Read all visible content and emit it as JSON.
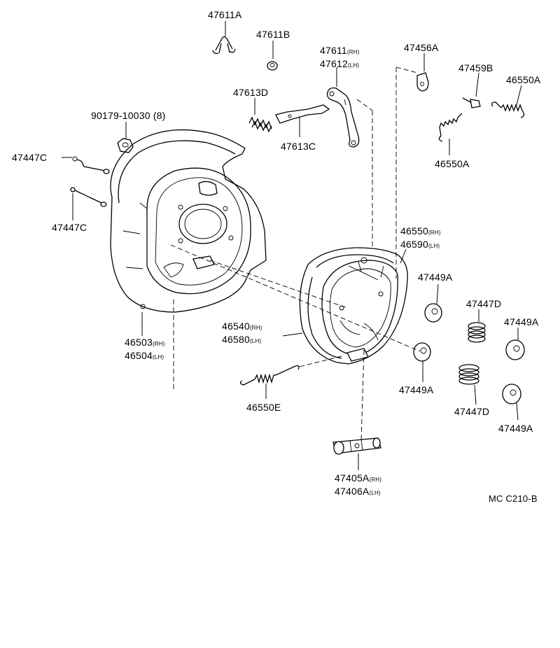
{
  "labels": {
    "p47611A": "47611A",
    "p47611B": "47611B",
    "p47611": "47611",
    "p47611_suf": "(RH)",
    "p47612": "47612",
    "p47612_suf": "(LH)",
    "p47456A": "47456A",
    "p47459B": "47459B",
    "p46550A_top": "46550A",
    "p47613D": "47613D",
    "p90179": "90179-10030",
    "p90179_qty": "(8)",
    "p47613C": "47613C",
    "p46550A_mid": "46550A",
    "p47447C_top": "47447C",
    "p47447C_bot": "47447C",
    "p46550": "46550",
    "p46550_suf": "(RH)",
    "p46590": "46590",
    "p46590_suf": "(LH)",
    "p47449A_1": "47449A",
    "p47447D_1": "47447D",
    "p47449A_2": "47449A",
    "p46540": "46540",
    "p46540_suf": "(RH)",
    "p46580": "46580",
    "p46580_suf": "(LH)",
    "p46503": "46503",
    "p46503_suf": "(RH)",
    "p46504": "46504",
    "p46504_suf": "(LH)",
    "p47449A_3": "47449A",
    "p47447D_2": "47447D",
    "p47449A_4": "47449A",
    "p46550E": "46550E",
    "p47405A": "47405A",
    "p47405A_suf": "(RH)",
    "p47406A": "47406A",
    "p47406A_suf": "(LH)",
    "code": "MC C210-B"
  },
  "colors": {
    "ink": "#000000",
    "paper": "#ffffff"
  }
}
